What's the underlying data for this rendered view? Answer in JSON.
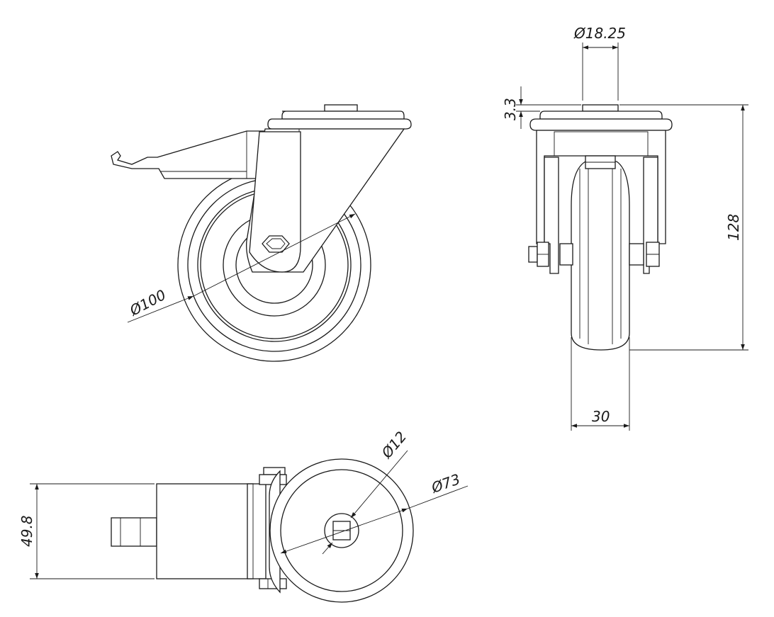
{
  "drawing": {
    "views": [
      "side-view",
      "front-view",
      "top-view"
    ],
    "dimensions": {
      "wheel_diameter": "Ø100",
      "kingpin_diameter": "Ø18.25",
      "plate_thickness": "3.3",
      "overall_height": "128",
      "wheel_width": "30",
      "axle_bore": "Ø12",
      "hub_diameter": "Ø73",
      "hub_length": "49.8"
    }
  }
}
